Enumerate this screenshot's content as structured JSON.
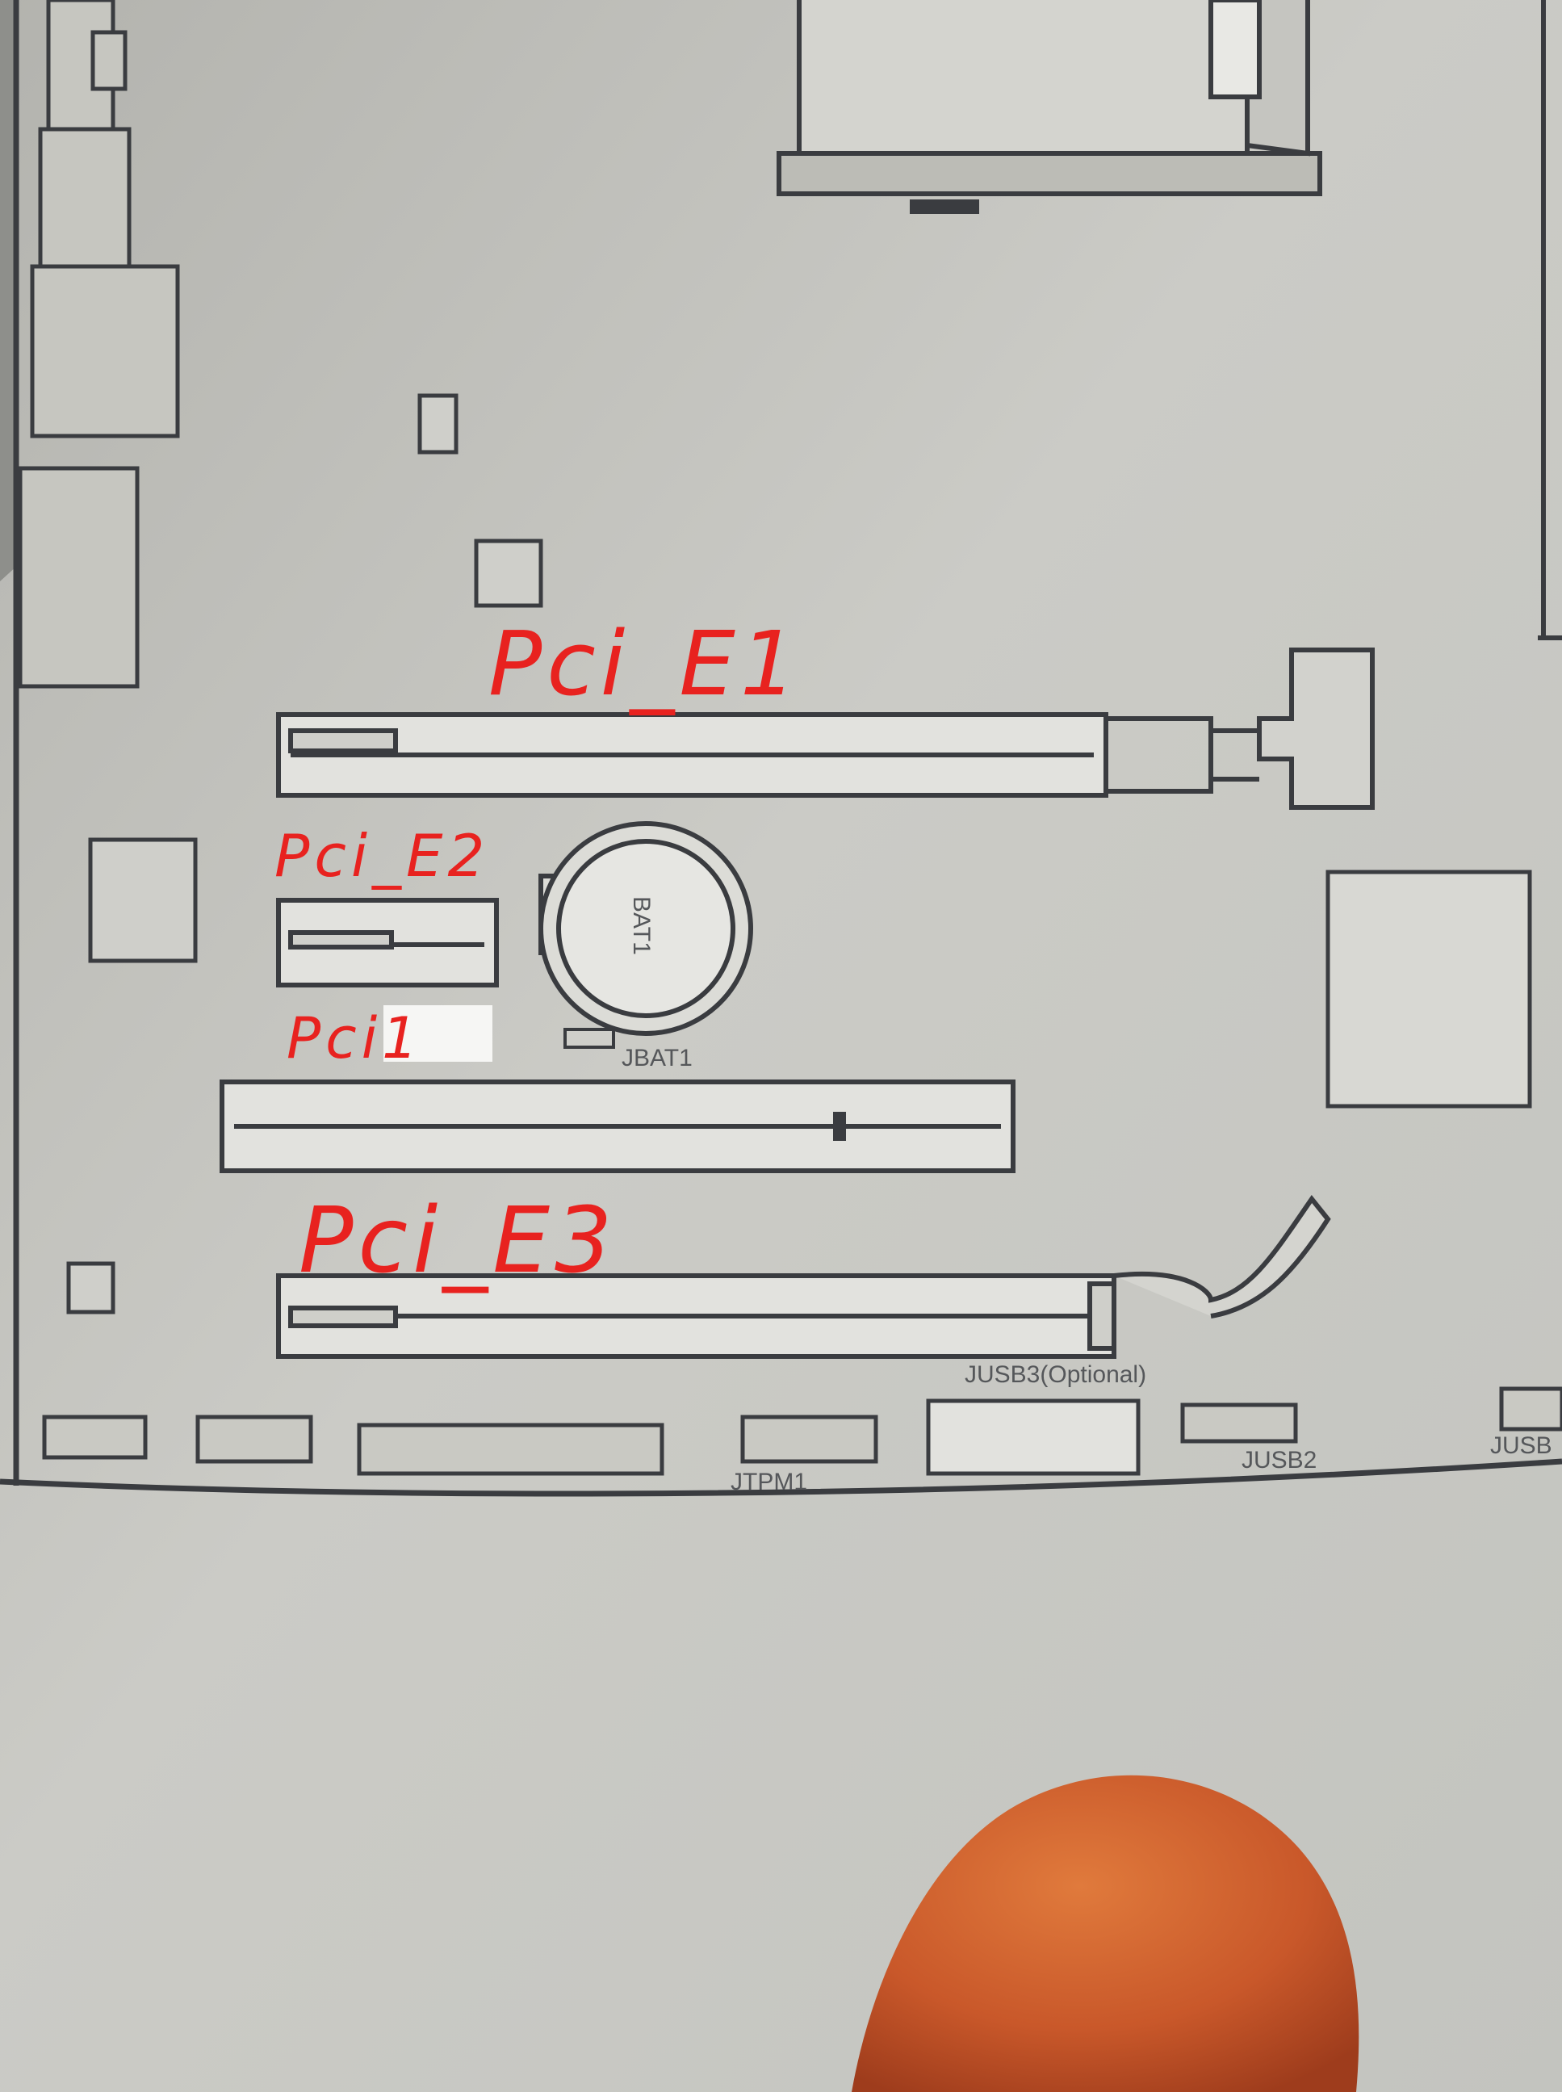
{
  "annotations": {
    "pcie1": "Pci_E1",
    "pcie2": "Pci_E2",
    "pci1": "Pci1",
    "pcie3": "Pci_E3"
  },
  "board_labels": {
    "jusb3": "JUSB3(Optional)",
    "jtpm1": "JTPM1",
    "jusb2": "JUSB2",
    "jbat1": "JBAT1",
    "bat1": "BAT1",
    "jusb_partial": "JUSB"
  },
  "colors": {
    "paper": "#c9c9c3",
    "ink": "#3a3c40",
    "annotation": "#e8221f",
    "finger": "#d2642c"
  }
}
